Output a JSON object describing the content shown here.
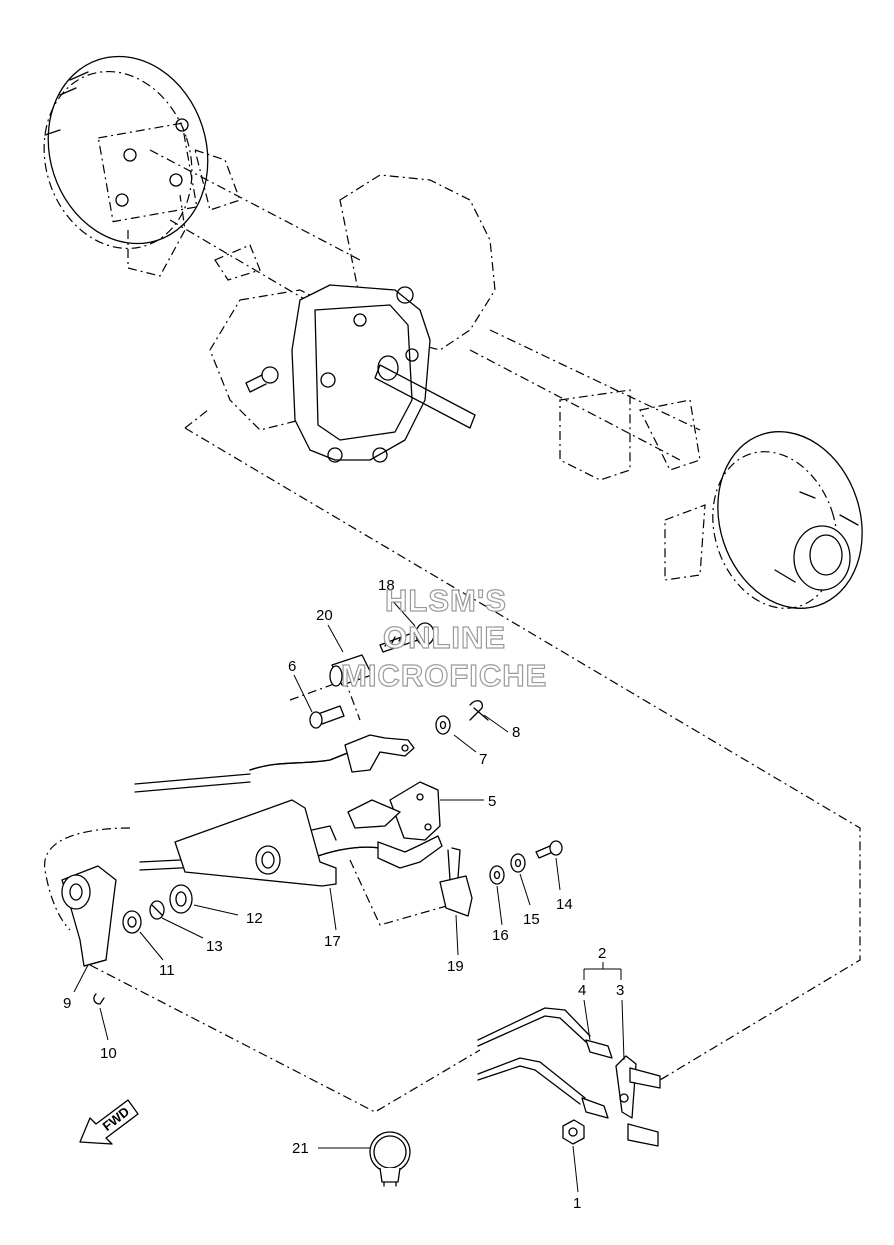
{
  "watermark": {
    "line1": "HLSM'S",
    "line2": "ONLINE",
    "line3": "MICROFICHE"
  },
  "fwd_label": "FWD",
  "callouts": [
    {
      "id": "c1",
      "label": "1"
    },
    {
      "id": "c2",
      "label": "2"
    },
    {
      "id": "c3",
      "label": "3"
    },
    {
      "id": "c4",
      "label": "4"
    },
    {
      "id": "c5",
      "label": "5"
    },
    {
      "id": "c6",
      "label": "6"
    },
    {
      "id": "c7",
      "label": "7"
    },
    {
      "id": "c8",
      "label": "8"
    },
    {
      "id": "c9",
      "label": "9"
    },
    {
      "id": "c10",
      "label": "10"
    },
    {
      "id": "c11",
      "label": "11"
    },
    {
      "id": "c12",
      "label": "12"
    },
    {
      "id": "c13",
      "label": "13"
    },
    {
      "id": "c14",
      "label": "14"
    },
    {
      "id": "c15",
      "label": "15"
    },
    {
      "id": "c16",
      "label": "16"
    },
    {
      "id": "c17",
      "label": "17"
    },
    {
      "id": "c18",
      "label": "18"
    },
    {
      "id": "c19",
      "label": "19"
    },
    {
      "id": "c20",
      "label": "20"
    },
    {
      "id": "c21",
      "label": "21"
    }
  ],
  "colors": {
    "line": "#000000",
    "background": "#ffffff",
    "watermark_stroke": "#9a9a9a"
  }
}
